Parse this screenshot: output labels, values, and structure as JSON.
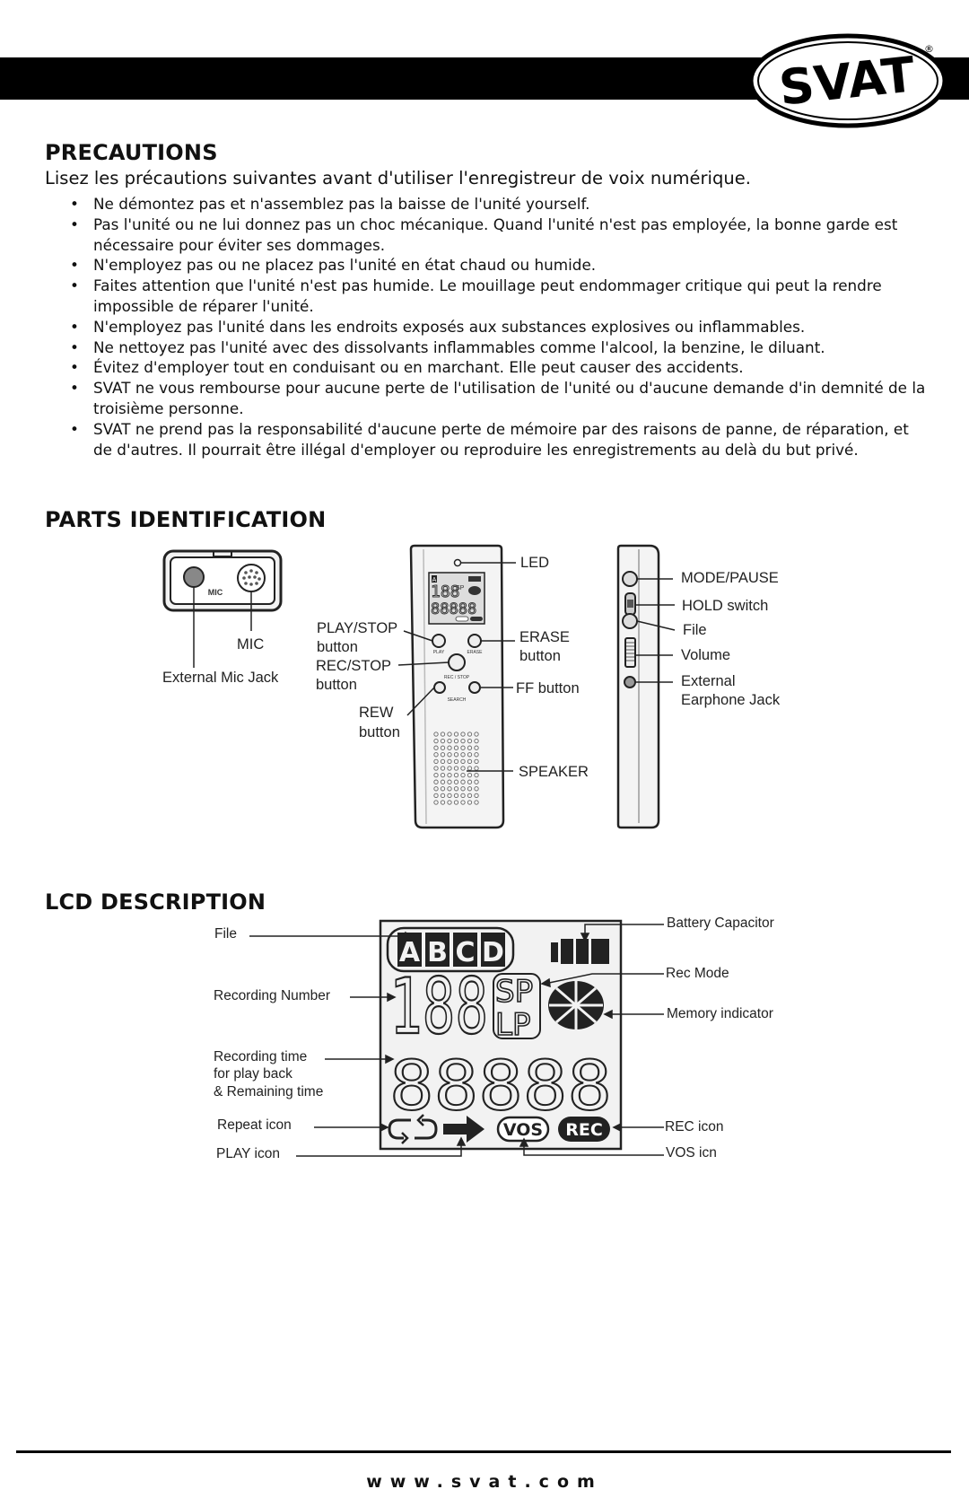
{
  "header": {
    "brand": "SVAT",
    "trademark": "®"
  },
  "precautions": {
    "title": "PRECAUTIONS",
    "intro": "Lisez les précautions suivantes avant d'utiliser l'enregistreur de voix numérique.",
    "items": [
      "Ne démontez pas et n'assemblez pas la baisse de l'unité yourself.",
      "Pas l'unité ou ne lui donnez pas un choc mécanique. Quand l'unité n'est pas employée, la bonne garde est nécessaire pour éviter ses dommages.",
      "N'employez pas ou ne placez pas l'unité en état chaud ou humide.",
      "Faites attention que l'unité n'est pas humide. Le mouillage peut endommager critique qui peut la rendre impossible de réparer l'unité.",
      "N'employez pas l'unité dans les endroits exposés aux substances explosives ou inflammables.",
      "Ne nettoyez pas l'unité avec des dissolvants inflammables comme l'alcool, la benzine, le diluant.",
      "Évitez d'employer tout en conduisant ou en marchant. Elle peut causer des accidents.",
      "SVAT ne vous rembourse pour aucune perte de l'utilisation de l'unité ou d'aucune demande d'in demnité de la troisième personne.",
      "SVAT ne prend pas la responsabilité d'aucune perte de mémoire par des raisons de panne, de réparation, et de d'autres. Il pourrait être illégal d'employer ou reproduire les enregistrements au delà du but privé."
    ]
  },
  "parts": {
    "title": "PARTS IDENTIFICATION",
    "mic_device": {
      "mic_label": "MIC",
      "device_text": "MIC"
    },
    "labels": {
      "mic": "MIC",
      "external_mic_jack": "External Mic Jack",
      "led": "LED",
      "play_stop": "PLAY/STOP",
      "play_stop_2": "button",
      "rec_stop": "REC/STOP",
      "rec_stop_2": "button",
      "rew": "REW",
      "rew_2": "button",
      "erase": "ERASE",
      "erase_2": "button",
      "ff": "FF button",
      "speaker": "SPEAKER",
      "mode_pause": "MODE/PAUSE",
      "hold_switch": "HOLD switch",
      "file": "File",
      "volume": "Volume",
      "external_earphone": "External",
      "external_earphone_2": "Earphone Jack"
    },
    "device_marks": {
      "play": "PLAY",
      "erase": "ERASE",
      "rec_stop": "REC / STOP",
      "search": "SEARCH",
      "screen_file": "A",
      "screen_digits": "188",
      "screen_sp": "SP",
      "screen_time": "88888",
      "screen_vos": "VOS",
      "screen_rec": "REC"
    }
  },
  "lcd": {
    "title": "LCD DESCRIPTION",
    "files": [
      "A",
      "B",
      "C",
      "D"
    ],
    "number_digits": "188",
    "mode_sp": "SP",
    "mode_lp": "LP",
    "time_digits": "88888",
    "vos": "VOS",
    "rec": "REC",
    "labels": {
      "file": "File",
      "recording_number": "Recording Number",
      "recording_time_1": "Recording time",
      "recording_time_2": "for play back",
      "recording_time_3": "& Remaining time",
      "repeat_icon": "Repeat icon",
      "play_icon": "PLAY icon",
      "battery": "Battery Capacitor",
      "rec_mode": "Rec Mode",
      "memory": "Memory indicator",
      "rec_icon": "REC icon",
      "vos_icon": "VOS icn"
    }
  },
  "footer": {
    "url": "www.svat.com"
  }
}
